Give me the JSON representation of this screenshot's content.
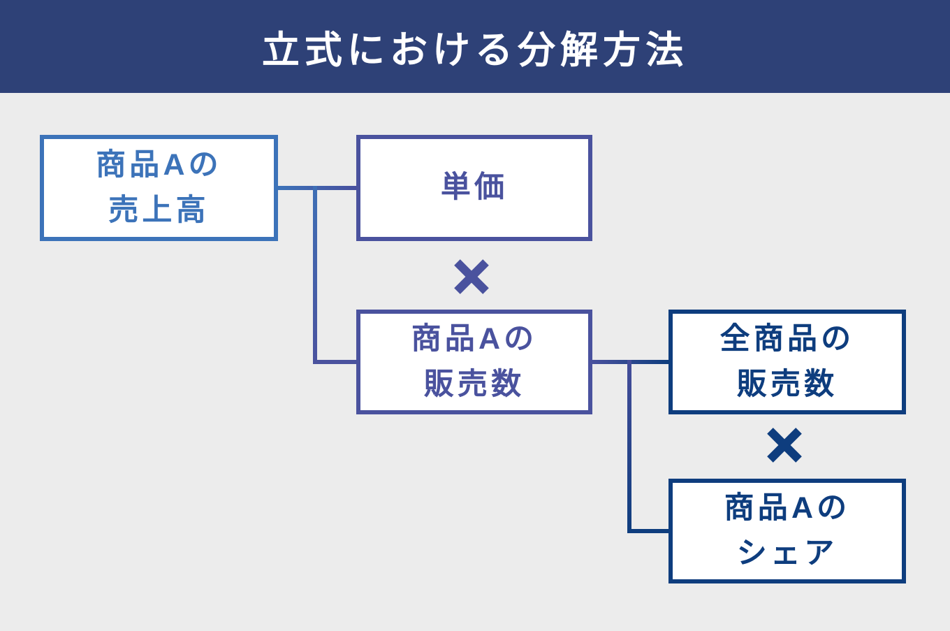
{
  "header": {
    "title": "立式における分解方法",
    "background_color": "#2e4177",
    "text_color": "#ffffff"
  },
  "page_background_color": "#ececec",
  "diagram": {
    "nodes": [
      {
        "id": "product-a-sales",
        "label": "商品Aの売上高",
        "label_lines": [
          "商品Aの",
          "売上高"
        ],
        "color": "#3c73b9"
      },
      {
        "id": "unit-price",
        "label": "単価",
        "label_lines": [
          "単価"
        ],
        "color": "#4a529e"
      },
      {
        "id": "product-a-units-sold",
        "label": "商品Aの販売数",
        "label_lines": [
          "商品Aの",
          "販売数"
        ],
        "color": "#4a529e"
      },
      {
        "id": "all-products-units-sold",
        "label": "全商品の販売数",
        "label_lines": [
          "全商品の",
          "販売数"
        ],
        "color": "#0e3d7e"
      },
      {
        "id": "product-a-share",
        "label": "商品Aのシェア",
        "label_lines": [
          "商品Aの",
          "シェア"
        ],
        "color": "#0e3d7e"
      }
    ],
    "operators": [
      {
        "symbol": "×",
        "meaning": "multiply",
        "color": "#4a529e"
      },
      {
        "symbol": "×",
        "meaning": "multiply",
        "color": "#0e3d7e"
      }
    ],
    "relations": [
      "商品Aの売上高 = 単価 × 商品Aの販売数",
      "商品Aの販売数 = 全商品の販売数 × 商品Aのシェア"
    ]
  }
}
